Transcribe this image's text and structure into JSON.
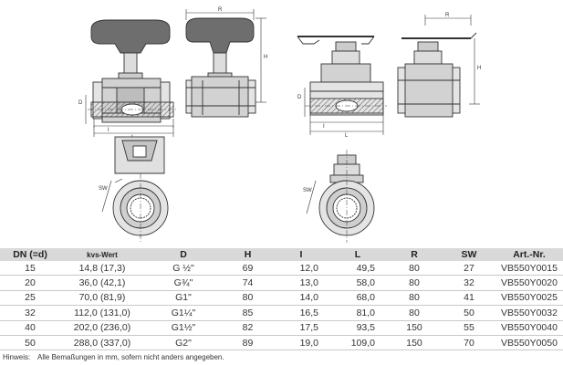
{
  "dimension_labels": {
    "R": "R",
    "H": "H",
    "D": "D",
    "I": "I",
    "L": "L",
    "SW": "SW"
  },
  "table": {
    "headers": [
      "DN (=d)",
      "kvs-Wert",
      "D",
      "H",
      "I",
      "L",
      "R",
      "SW",
      "Art.-Nr."
    ],
    "rows": [
      [
        "15",
        "14,8 (17,3)",
        "G ½\"",
        "69",
        "12,0",
        "49,5",
        "80",
        "27",
        "VB550Y0015"
      ],
      [
        "20",
        "36,0 (42,1)",
        "G¾\"",
        "74",
        "13,0",
        "58,0",
        "80",
        "32",
        "VB550Y0020"
      ],
      [
        "25",
        "70,0 (81,9)",
        "G1\"",
        "80",
        "14,0",
        "68,0",
        "80",
        "41",
        "VB550Y0025"
      ],
      [
        "32",
        "112,0 (131,0)",
        "G1¼\"",
        "85",
        "16,5",
        "81,0",
        "80",
        "50",
        "VB550Y0032"
      ],
      [
        "40",
        "202,0 (236,0)",
        "G1½\"",
        "82",
        "17,5",
        "93,5",
        "150",
        "55",
        "VB550Y0040"
      ],
      [
        "50",
        "288,0 (337,0)",
        "G2\"",
        "89",
        "19,0",
        "109,0",
        "150",
        "70",
        "VB550Y0050"
      ]
    ]
  },
  "note": {
    "label": "Hinweis:",
    "text": "Alle Bemaßungen in mm, sofern nicht anders angegeben."
  }
}
